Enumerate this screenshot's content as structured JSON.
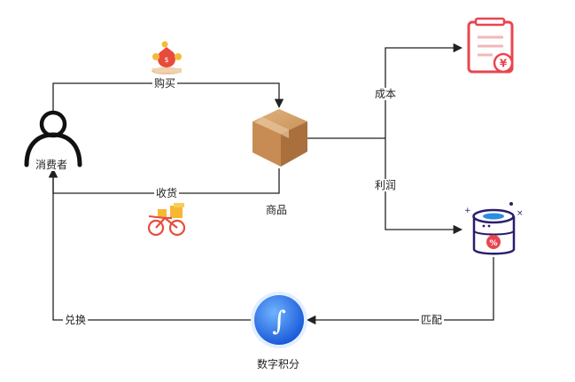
{
  "nodes": {
    "consumer": "消费者",
    "product": "商品",
    "points": "数字积分"
  },
  "edges": {
    "purchase": "购买",
    "receive": "收货",
    "cost": "成本",
    "profit": "利润",
    "match": "匹配",
    "redeem": "兑换"
  },
  "icons": {
    "consumer": "user-icon",
    "product": "package-box-icon",
    "purchase": "money-hand-icon",
    "receive": "delivery-bike-icon",
    "cost": "receipt-yuan-icon",
    "profit": "database-percent-icon",
    "points": "integral-symbol-icon"
  },
  "colors": {
    "line": "#222222",
    "box": "#c48a52",
    "receipt": "#e8464f",
    "database": "#2a1e6b",
    "database_accent": "#2b8ce0",
    "points_circle": "#1e70e8"
  }
}
